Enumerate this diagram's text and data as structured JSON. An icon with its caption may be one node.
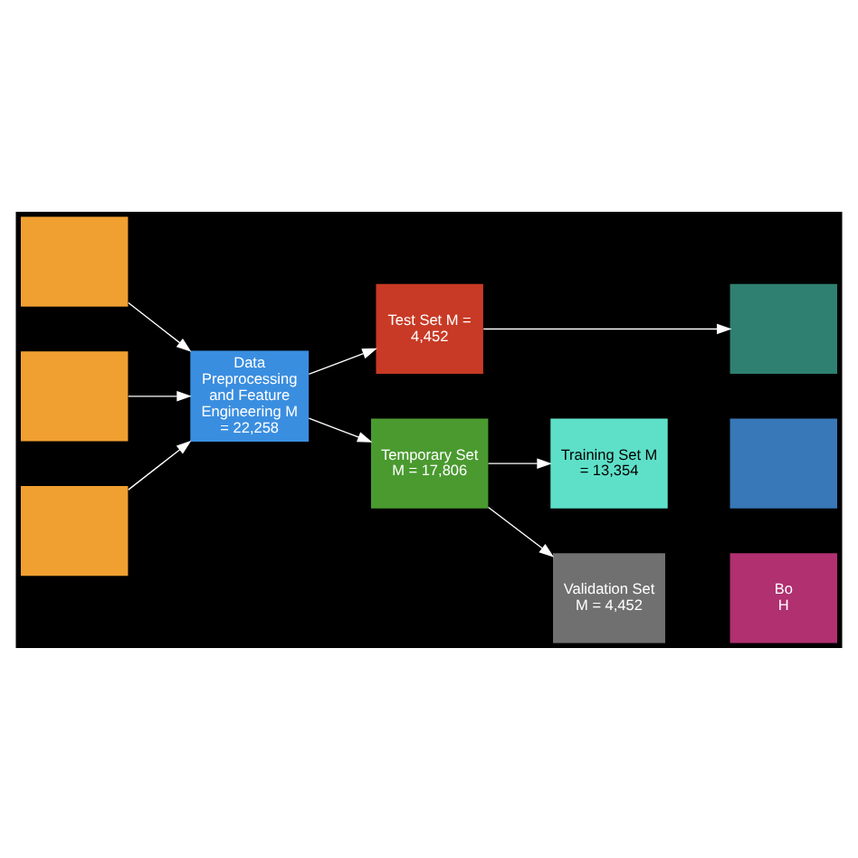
{
  "diagram": {
    "nodes": [
      {
        "text": [],
        "shape": "box"
      },
      {
        "text": [],
        "shape": "box"
      },
      {
        "text": [],
        "shape": "box"
      },
      {
        "text": [
          "Data Preprocessing and Feature Engineering M = 22,258"
        ]
      },
      {
        "text": [
          "Test Set M = 4,452"
        ]
      },
      {
        "text": [
          "Temporary Set M = 17,806"
        ]
      },
      {
        "text": [
          "Training Set M = 13,354"
        ]
      },
      {
        "text": [
          "Validation Set M = 4,452"
        ]
      },
      {
        "text": [],
        "shape": "box"
      },
      {
        "text": [],
        "shape": "box"
      },
      {
        "text": [
          "Bo",
          "H"
        ]
      }
    ],
    "edges": [
      {
        "from": 0,
        "to": 3,
        "arrow": "to"
      },
      {
        "from": 1,
        "to": 3,
        "arrow": "to"
      },
      {
        "from": 2,
        "to": 3,
        "arrow": "to"
      },
      {
        "from": 3,
        "to": 4,
        "arrow": "to"
      },
      {
        "from": 3,
        "to": 5,
        "arrow": "to"
      },
      {
        "from": 4,
        "to": 8,
        "arrow": "to"
      },
      {
        "from": 5,
        "to": 6,
        "arrow": "to"
      },
      {
        "from": 5,
        "to": 7,
        "arrow": "to"
      }
    ]
  }
}
